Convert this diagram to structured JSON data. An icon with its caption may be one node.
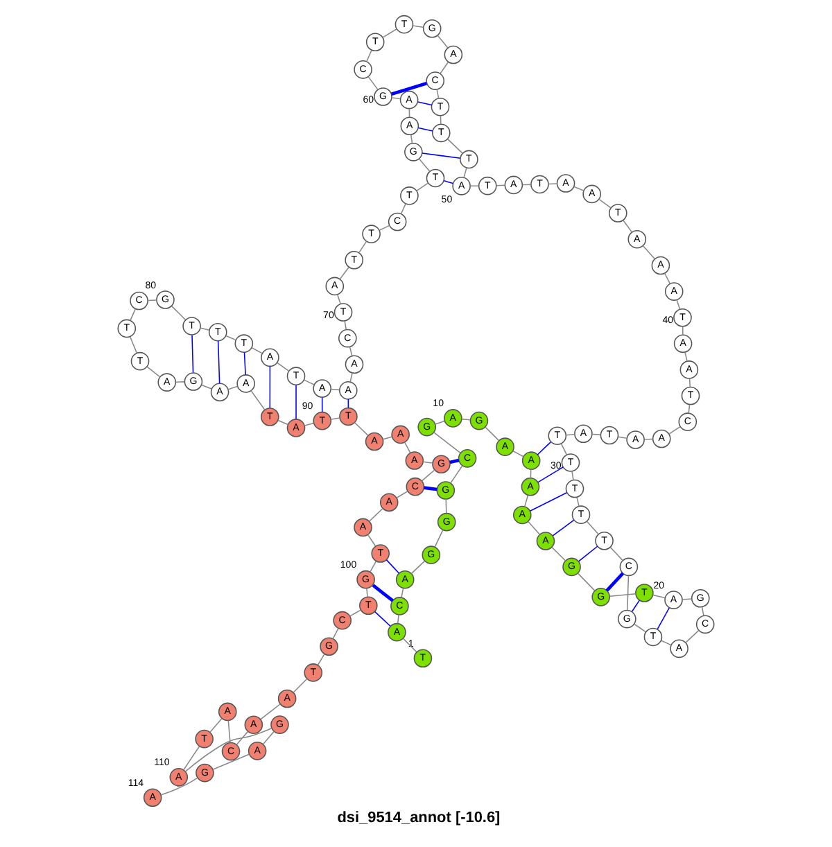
{
  "diagram": {
    "title": "dsi_9514_annot [-10.6]",
    "nodes": [
      {
        "text": [
          "T"
        ],
        "beside": [
          "1"
        ]
      },
      {
        "text": [
          "A"
        ]
      },
      {
        "text": [
          "C"
        ]
      },
      {
        "text": [
          "A"
        ]
      },
      {
        "text": [
          "G"
        ]
      },
      {
        "text": [
          "G"
        ]
      },
      {
        "text": [
          "G"
        ]
      },
      {
        "text": [
          "C"
        ]
      },
      {
        "text": [
          "G"
        ]
      },
      {
        "text": [
          "A"
        ],
        "beside": [
          "10"
        ]
      },
      {
        "text": [
          "G"
        ]
      },
      {
        "text": [
          "A"
        ]
      },
      {
        "text": [
          "A"
        ]
      },
      {
        "text": [
          "A"
        ]
      },
      {
        "text": [
          "A"
        ]
      },
      {
        "text": [
          "A"
        ]
      },
      {
        "text": [
          "G"
        ]
      },
      {
        "text": [
          "G"
        ]
      },
      {
        "text": [
          "T"
        ]
      },
      {
        "text": [
          "A"
        ],
        "beside": [
          "20"
        ]
      },
      {
        "text": [
          "G"
        ]
      },
      {
        "text": [
          "C"
        ]
      },
      {
        "text": [
          "A"
        ]
      },
      {
        "text": [
          "T"
        ]
      },
      {
        "text": [
          "G"
        ]
      },
      {
        "text": [
          "C"
        ]
      },
      {
        "text": [
          "T"
        ]
      },
      {
        "text": [
          "T"
        ]
      },
      {
        "text": [
          "T"
        ]
      },
      {
        "text": [
          "T"
        ],
        "beside": [
          "30"
        ]
      },
      {
        "text": [
          "T"
        ]
      },
      {
        "text": [
          "A"
        ]
      },
      {
        "text": [
          "T"
        ]
      },
      {
        "text": [
          "A"
        ]
      },
      {
        "text": [
          "A"
        ]
      },
      {
        "text": [
          "C"
        ]
      },
      {
        "text": [
          "T"
        ]
      },
      {
        "text": [
          "A"
        ]
      },
      {
        "text": [
          "A"
        ]
      },
      {
        "text": [
          "T"
        ],
        "beside": [
          "40"
        ]
      },
      {
        "text": [
          "A"
        ]
      },
      {
        "text": [
          "A"
        ]
      },
      {
        "text": [
          "A"
        ]
      },
      {
        "text": [
          "T"
        ]
      },
      {
        "text": [
          "A"
        ]
      },
      {
        "text": [
          "A"
        ]
      },
      {
        "text": [
          "T"
        ]
      },
      {
        "text": [
          "A"
        ]
      },
      {
        "text": [
          "T"
        ]
      },
      {
        "text": [
          "A"
        ],
        "beside": [
          "50"
        ]
      },
      {
        "text": [
          "T"
        ]
      },
      {
        "text": [
          "T"
        ]
      },
      {
        "text": [
          "T"
        ]
      },
      {
        "text": [
          "C"
        ]
      },
      {
        "text": [
          "A"
        ]
      },
      {
        "text": [
          "G"
        ]
      },
      {
        "text": [
          "T"
        ]
      },
      {
        "text": [
          "T"
        ]
      },
      {
        "text": [
          "C"
        ]
      },
      {
        "text": [
          "G"
        ],
        "beside": [
          "60"
        ]
      },
      {
        "text": [
          "A"
        ]
      },
      {
        "text": [
          "A"
        ]
      },
      {
        "text": [
          "G"
        ]
      },
      {
        "text": [
          "T"
        ]
      },
      {
        "text": [
          "T"
        ]
      },
      {
        "text": [
          "C"
        ]
      },
      {
        "text": [
          "T"
        ]
      },
      {
        "text": [
          "T"
        ]
      },
      {
        "text": [
          "A"
        ]
      },
      {
        "text": [
          "T"
        ],
        "beside": [
          "70"
        ]
      },
      {
        "text": [
          "C"
        ]
      },
      {
        "text": [
          "A"
        ]
      },
      {
        "text": [
          "A"
        ]
      },
      {
        "text": [
          "A"
        ]
      },
      {
        "text": [
          "T"
        ]
      },
      {
        "text": [
          "A"
        ]
      },
      {
        "text": [
          "T"
        ]
      },
      {
        "text": [
          "T"
        ]
      },
      {
        "text": [
          "T"
        ]
      },
      {
        "text": [
          "G"
        ],
        "beside": [
          "80"
        ]
      },
      {
        "text": [
          "C"
        ]
      },
      {
        "text": [
          "T"
        ]
      },
      {
        "text": [
          "T"
        ]
      },
      {
        "text": [
          "A"
        ]
      },
      {
        "text": [
          "G"
        ]
      },
      {
        "text": [
          "A"
        ]
      },
      {
        "text": [
          "A"
        ]
      },
      {
        "text": [
          "T"
        ]
      },
      {
        "text": [
          "A"
        ]
      },
      {
        "text": [
          "T"
        ],
        "beside": [
          "90"
        ]
      },
      {
        "text": [
          "T"
        ]
      },
      {
        "text": [
          "A"
        ]
      },
      {
        "text": [
          "A"
        ]
      },
      {
        "text": [
          "A"
        ]
      },
      {
        "text": [
          "G"
        ]
      },
      {
        "text": [
          "C"
        ]
      },
      {
        "text": [
          "A"
        ]
      },
      {
        "text": [
          "A"
        ]
      },
      {
        "text": [
          "T"
        ]
      },
      {
        "text": [
          "G"
        ],
        "beside": [
          "100"
        ]
      },
      {
        "text": [
          "T"
        ]
      },
      {
        "text": [
          "C"
        ]
      },
      {
        "text": [
          "G"
        ]
      },
      {
        "text": [
          "T"
        ]
      },
      {
        "text": [
          "A"
        ]
      },
      {
        "text": [
          "A"
        ]
      },
      {
        "text": [
          "C"
        ]
      },
      {
        "text": [
          "A"
        ]
      },
      {
        "text": [
          "T"
        ]
      },
      {
        "text": [
          "A"
        ],
        "beside": [
          "110"
        ]
      },
      {
        "text": [
          "G"
        ]
      },
      {
        "text": [
          "A"
        ]
      },
      {
        "text": [
          "G"
        ]
      },
      {
        "text": [
          "A"
        ],
        "beside": [
          "114"
        ]
      }
    ],
    "edges": [
      {
        "from": 0,
        "to": 1,
        "arrow": "none"
      },
      {
        "from": 1,
        "to": 2,
        "arrow": "none"
      },
      {
        "from": 2,
        "to": 3,
        "arrow": "none"
      },
      {
        "from": 3,
        "to": 4,
        "arrow": "none"
      },
      {
        "from": 4,
        "to": 5,
        "arrow": "none"
      },
      {
        "from": 5,
        "to": 6,
        "arrow": "none"
      },
      {
        "from": 6,
        "to": 7,
        "arrow": "none"
      },
      {
        "from": 7,
        "to": 8,
        "arrow": "none"
      },
      {
        "from": 8,
        "to": 9,
        "arrow": "none"
      },
      {
        "from": 9,
        "to": 10,
        "arrow": "none"
      },
      {
        "from": 10,
        "to": 11,
        "arrow": "none"
      },
      {
        "from": 11,
        "to": 12,
        "arrow": "none"
      },
      {
        "from": 12,
        "to": 13,
        "arrow": "none"
      },
      {
        "from": 13,
        "to": 14,
        "arrow": "none"
      },
      {
        "from": 14,
        "to": 15,
        "arrow": "none"
      },
      {
        "from": 15,
        "to": 16,
        "arrow": "none"
      },
      {
        "from": 16,
        "to": 17,
        "arrow": "none"
      },
      {
        "from": 17,
        "to": 18,
        "arrow": "none"
      },
      {
        "from": 18,
        "to": 19,
        "arrow": "none"
      },
      {
        "from": 19,
        "to": 20,
        "arrow": "none"
      },
      {
        "from": 20,
        "to": 21,
        "arrow": "none"
      },
      {
        "from": 21,
        "to": 22,
        "arrow": "none"
      },
      {
        "from": 22,
        "to": 23,
        "arrow": "none"
      },
      {
        "from": 23,
        "to": 24,
        "arrow": "none"
      },
      {
        "from": 24,
        "to": 25,
        "arrow": "none"
      },
      {
        "from": 25,
        "to": 26,
        "arrow": "none"
      },
      {
        "from": 26,
        "to": 27,
        "arrow": "none"
      },
      {
        "from": 27,
        "to": 28,
        "arrow": "none"
      },
      {
        "from": 28,
        "to": 29,
        "arrow": "none"
      },
      {
        "from": 29,
        "to": 30,
        "arrow": "none"
      },
      {
        "from": 30,
        "to": 31,
        "arrow": "none"
      },
      {
        "from": 31,
        "to": 32,
        "arrow": "none"
      },
      {
        "from": 32,
        "to": 33,
        "arrow": "none"
      },
      {
        "from": 33,
        "to": 34,
        "arrow": "none"
      },
      {
        "from": 34,
        "to": 35,
        "arrow": "none"
      },
      {
        "from": 35,
        "to": 36,
        "arrow": "none"
      },
      {
        "from": 36,
        "to": 37,
        "arrow": "none"
      },
      {
        "from": 37,
        "to": 38,
        "arrow": "none"
      },
      {
        "from": 38,
        "to": 39,
        "arrow": "none"
      },
      {
        "from": 39,
        "to": 40,
        "arrow": "none"
      },
      {
        "from": 40,
        "to": 41,
        "arrow": "none"
      },
      {
        "from": 41,
        "to": 42,
        "arrow": "none"
      },
      {
        "from": 42,
        "to": 43,
        "arrow": "none"
      },
      {
        "from": 43,
        "to": 44,
        "arrow": "none"
      },
      {
        "from": 44,
        "to": 45,
        "arrow": "none"
      },
      {
        "from": 45,
        "to": 46,
        "arrow": "none"
      },
      {
        "from": 46,
        "to": 47,
        "arrow": "none"
      },
      {
        "from": 47,
        "to": 48,
        "arrow": "none"
      },
      {
        "from": 48,
        "to": 49,
        "arrow": "none"
      },
      {
        "from": 49,
        "to": 50,
        "arrow": "none"
      },
      {
        "from": 50,
        "to": 51,
        "arrow": "none"
      },
      {
        "from": 51,
        "to": 52,
        "arrow": "none"
      },
      {
        "from": 52,
        "to": 53,
        "arrow": "none"
      },
      {
        "from": 53,
        "to": 54,
        "arrow": "none"
      },
      {
        "from": 54,
        "to": 55,
        "arrow": "none"
      },
      {
        "from": 55,
        "to": 56,
        "arrow": "none"
      },
      {
        "from": 56,
        "to": 57,
        "arrow": "none"
      },
      {
        "from": 57,
        "to": 58,
        "arrow": "none"
      },
      {
        "from": 58,
        "to": 59,
        "arrow": "none"
      },
      {
        "from": 59,
        "to": 60,
        "arrow": "none"
      },
      {
        "from": 60,
        "to": 61,
        "arrow": "none"
      },
      {
        "from": 61,
        "to": 62,
        "arrow": "none"
      },
      {
        "from": 62,
        "to": 63,
        "arrow": "none"
      },
      {
        "from": 63,
        "to": 64,
        "arrow": "none"
      },
      {
        "from": 64,
        "to": 65,
        "arrow": "none"
      },
      {
        "from": 65,
        "to": 66,
        "arrow": "none"
      },
      {
        "from": 66,
        "to": 67,
        "arrow": "none"
      },
      {
        "from": 67,
        "to": 68,
        "arrow": "none"
      },
      {
        "from": 68,
        "to": 69,
        "arrow": "none"
      },
      {
        "from": 69,
        "to": 70,
        "arrow": "none"
      },
      {
        "from": 70,
        "to": 71,
        "arrow": "none"
      },
      {
        "from": 71,
        "to": 72,
        "arrow": "none"
      },
      {
        "from": 72,
        "to": 73,
        "arrow": "none"
      },
      {
        "from": 73,
        "to": 74,
        "arrow": "none"
      },
      {
        "from": 74,
        "to": 75,
        "arrow": "none"
      },
      {
        "from": 75,
        "to": 76,
        "arrow": "none"
      },
      {
        "from": 76,
        "to": 77,
        "arrow": "none"
      },
      {
        "from": 77,
        "to": 78,
        "arrow": "none"
      },
      {
        "from": 78,
        "to": 79,
        "arrow": "none"
      },
      {
        "from": 79,
        "to": 80,
        "arrow": "none"
      },
      {
        "from": 80,
        "to": 81,
        "arrow": "none"
      },
      {
        "from": 81,
        "to": 82,
        "arrow": "none"
      },
      {
        "from": 82,
        "to": 83,
        "arrow": "none"
      },
      {
        "from": 83,
        "to": 84,
        "arrow": "none"
      },
      {
        "from": 84,
        "to": 85,
        "arrow": "none"
      },
      {
        "from": 85,
        "to": 86,
        "arrow": "none"
      },
      {
        "from": 86,
        "to": 87,
        "arrow": "none"
      },
      {
        "from": 87,
        "to": 88,
        "arrow": "none"
      },
      {
        "from": 88,
        "to": 89,
        "arrow": "none"
      },
      {
        "from": 89,
        "to": 90,
        "arrow": "none"
      },
      {
        "from": 90,
        "to": 91,
        "arrow": "none"
      },
      {
        "from": 91,
        "to": 92,
        "arrow": "none"
      },
      {
        "from": 92,
        "to": 93,
        "arrow": "none"
      },
      {
        "from": 93,
        "to": 94,
        "arrow": "none"
      },
      {
        "from": 94,
        "to": 95,
        "arrow": "none"
      },
      {
        "from": 95,
        "to": 96,
        "arrow": "none"
      },
      {
        "from": 96,
        "to": 97,
        "arrow": "none"
      },
      {
        "from": 97,
        "to": 98,
        "arrow": "none"
      },
      {
        "from": 98,
        "to": 99,
        "arrow": "none"
      },
      {
        "from": 99,
        "to": 100,
        "arrow": "none"
      },
      {
        "from": 100,
        "to": 101,
        "arrow": "none"
      },
      {
        "from": 101,
        "to": 102,
        "arrow": "none"
      },
      {
        "from": 102,
        "to": 103,
        "arrow": "none"
      },
      {
        "from": 103,
        "to": 104,
        "arrow": "none"
      },
      {
        "from": 104,
        "to": 105,
        "arrow": "none"
      },
      {
        "from": 105,
        "to": 106,
        "arrow": "none"
      },
      {
        "from": 106,
        "to": 107,
        "arrow": "none"
      },
      {
        "from": 107,
        "to": 108,
        "arrow": "none"
      },
      {
        "from": 108,
        "to": 109,
        "arrow": "none"
      },
      {
        "from": 109,
        "to": 110,
        "arrow": "none"
      },
      {
        "from": 110,
        "to": 111,
        "arrow": "none"
      },
      {
        "from": 111,
        "to": 112,
        "arrow": "none"
      },
      {
        "from": 112,
        "to": 113,
        "arrow": "none"
      },
      {
        "from": 1,
        "to": 100,
        "arrow": "none",
        "color": "#0000ff"
      },
      {
        "from": 2,
        "to": 99,
        "arrow": "none",
        "color": "#0000ff",
        "style": "thick"
      },
      {
        "from": 3,
        "to": 98,
        "arrow": "none",
        "color": "#0000ff"
      },
      {
        "from": 6,
        "to": 95,
        "arrow": "none",
        "color": "#0000ff",
        "style": "thick"
      },
      {
        "from": 7,
        "to": 94,
        "arrow": "none",
        "color": "#0000ff",
        "style": "thick"
      },
      {
        "from": 12,
        "to": 30,
        "arrow": "none",
        "color": "#0000ff"
      },
      {
        "from": 13,
        "to": 29,
        "arrow": "none",
        "color": "#0000ff"
      },
      {
        "from": 14,
        "to": 28,
        "arrow": "none",
        "color": "#0000ff"
      },
      {
        "from": 15,
        "to": 27,
        "arrow": "none",
        "color": "#0000ff"
      },
      {
        "from": 16,
        "to": 26,
        "arrow": "none",
        "color": "#0000ff"
      },
      {
        "from": 17,
        "to": 25,
        "arrow": "none",
        "color": "#0000ff",
        "style": "thick"
      },
      {
        "from": 18,
        "to": 24,
        "arrow": "none",
        "color": "#0000ff"
      },
      {
        "from": 19,
        "to": 23,
        "arrow": "none",
        "color": "#0000ff"
      },
      {
        "from": 49,
        "to": 63,
        "arrow": "none",
        "color": "#0000ff"
      },
      {
        "from": 50,
        "to": 62,
        "arrow": "none",
        "color": "#0000ff"
      },
      {
        "from": 51,
        "to": 61,
        "arrow": "none",
        "color": "#0000ff"
      },
      {
        "from": 52,
        "to": 60,
        "arrow": "none",
        "color": "#0000ff"
      },
      {
        "from": 53,
        "to": 59,
        "arrow": "none",
        "color": "#0000ff",
        "style": "thick"
      },
      {
        "from": 72,
        "to": 90,
        "arrow": "none",
        "color": "#0000ff"
      },
      {
        "from": 73,
        "to": 89,
        "arrow": "none",
        "color": "#0000ff"
      },
      {
        "from": 74,
        "to": 88,
        "arrow": "none",
        "color": "#0000ff"
      },
      {
        "from": 75,
        "to": 87,
        "arrow": "none",
        "color": "#0000ff"
      },
      {
        "from": 76,
        "to": 86,
        "arrow": "none",
        "color": "#0000ff"
      },
      {
        "from": 77,
        "to": 85,
        "arrow": "none",
        "color": "#0000ff"
      },
      {
        "from": 78,
        "to": 84,
        "arrow": "none",
        "color": "#0000ff"
      }
    ]
  }
}
